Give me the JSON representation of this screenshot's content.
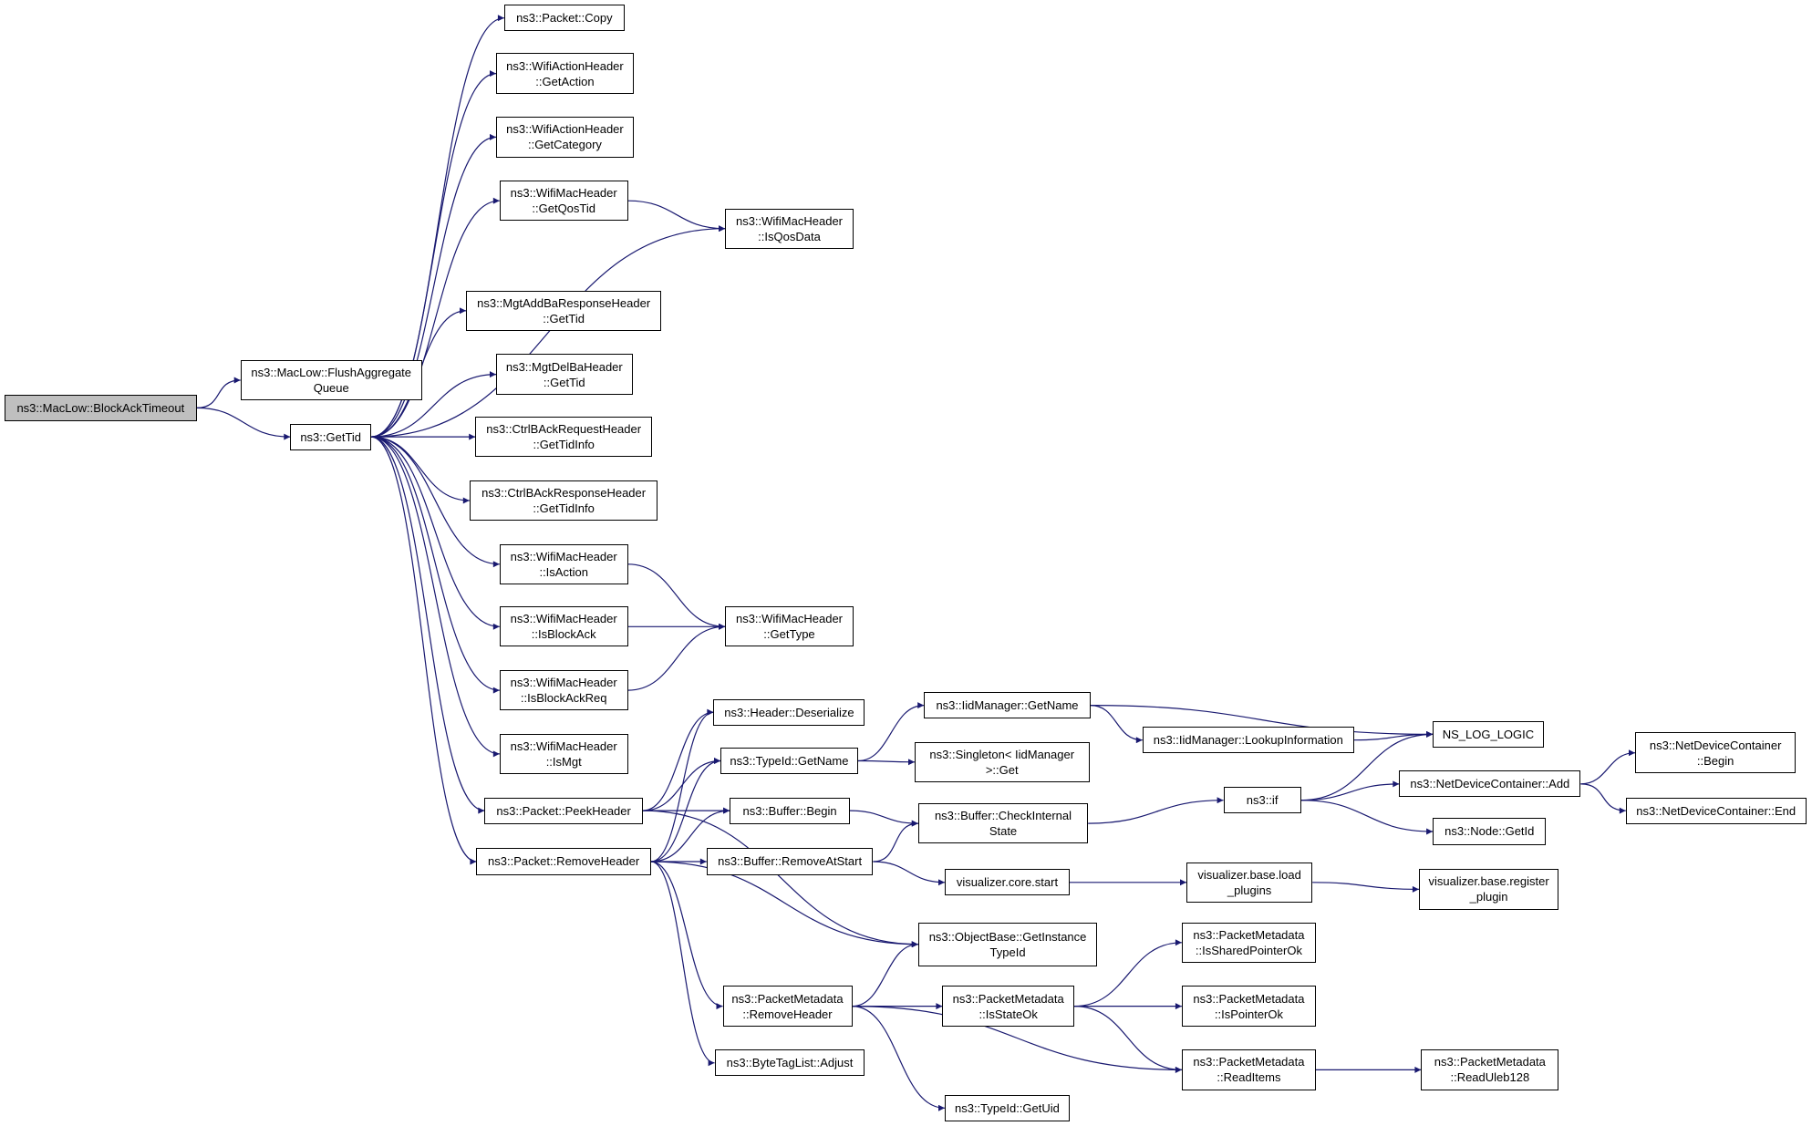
{
  "diagram": {
    "type": "call-graph",
    "edge_color": "#191970",
    "root_fill": "#bfbfbf",
    "nodes": [
      {
        "id": "blockacktimeout",
        "label": "ns3::MacLow::BlockAckTimeout",
        "root": true
      },
      {
        "id": "flushaggregate",
        "label": "ns3::MacLow::FlushAggregate\nQueue"
      },
      {
        "id": "gettid",
        "label": "ns3::GetTid"
      },
      {
        "id": "packetcopy",
        "label": "ns3::Packet::Copy"
      },
      {
        "id": "actiongetaction",
        "label": "ns3::WifiActionHeader\n::GetAction"
      },
      {
        "id": "actiongetcategory",
        "label": "ns3::WifiActionHeader\n::GetCategory"
      },
      {
        "id": "getqostid",
        "label": "ns3::WifiMacHeader\n::GetQosTid"
      },
      {
        "id": "isqosdata",
        "label": "ns3::WifiMacHeader\n::IsQosData"
      },
      {
        "id": "mgtaddbagettid",
        "label": "ns3::MgtAddBaResponseHeader\n::GetTid"
      },
      {
        "id": "mgtdelbagettid",
        "label": "ns3::MgtDelBaHeader\n::GetTid"
      },
      {
        "id": "ctrlreqgettidinfo",
        "label": "ns3::CtrlBAckRequestHeader\n::GetTidInfo"
      },
      {
        "id": "ctrlrespgettidinfo",
        "label": "ns3::CtrlBAckResponseHeader\n::GetTidInfo"
      },
      {
        "id": "isaction",
        "label": "ns3::WifiMacHeader\n::IsAction"
      },
      {
        "id": "gettype",
        "label": "ns3::WifiMacHeader\n::GetType"
      },
      {
        "id": "isblockack",
        "label": "ns3::WifiMacHeader\n::IsBlockAck"
      },
      {
        "id": "isblockackreq",
        "label": "ns3::WifiMacHeader\n::IsBlockAckReq"
      },
      {
        "id": "ismgt",
        "label": "ns3::WifiMacHeader\n::IsMgt"
      },
      {
        "id": "peekheader",
        "label": "ns3::Packet::PeekHeader"
      },
      {
        "id": "removeheader",
        "label": "ns3::Packet::RemoveHeader"
      },
      {
        "id": "deserialize",
        "label": "ns3::Header::Deserialize"
      },
      {
        "id": "typeidgetname",
        "label": "ns3::TypeId::GetName"
      },
      {
        "id": "bufferbegin",
        "label": "ns3::Buffer::Begin"
      },
      {
        "id": "bufferremoveatstart",
        "label": "ns3::Buffer::RemoveAtStart"
      },
      {
        "id": "iidgetname",
        "label": "ns3::IidManager::GetName"
      },
      {
        "id": "singletonget",
        "label": "ns3::Singleton< IidManager\n>::Get"
      },
      {
        "id": "checkinternalstate",
        "label": "ns3::Buffer::CheckInternal\nState"
      },
      {
        "id": "vizcorestart",
        "label": "visualizer.core.start"
      },
      {
        "id": "lookupinformation",
        "label": "ns3::IidManager::LookupInformation"
      },
      {
        "id": "nslog",
        "label": "NS_LOG_LOGIC"
      },
      {
        "id": "ns3if",
        "label": "ns3::if"
      },
      {
        "id": "ndcadd",
        "label": "ns3::NetDeviceContainer::Add"
      },
      {
        "id": "nodegetid",
        "label": "ns3::Node::GetId"
      },
      {
        "id": "ndcbegin",
        "label": "ns3::NetDeviceContainer\n::Begin"
      },
      {
        "id": "ndcend",
        "label": "ns3::NetDeviceContainer::End"
      },
      {
        "id": "vizloadplugins",
        "label": "visualizer.base.load\n_plugins"
      },
      {
        "id": "vizregisterplugin",
        "label": "visualizer.base.register\n_plugin"
      },
      {
        "id": "getinstancetypeid",
        "label": "ns3::ObjectBase::GetInstance\nTypeId"
      },
      {
        "id": "pmremoveheader",
        "label": "ns3::PacketMetadata\n::RemoveHeader"
      },
      {
        "id": "bytetagadjust",
        "label": "ns3::ByteTagList::Adjust"
      },
      {
        "id": "pmisstateok",
        "label": "ns3::PacketMetadata\n::IsStateOk"
      },
      {
        "id": "typeidgetuid",
        "label": "ns3::TypeId::GetUid"
      },
      {
        "id": "pmissharedpointerok",
        "label": "ns3::PacketMetadata\n::IsSharedPointerOk"
      },
      {
        "id": "pmispointerok",
        "label": "ns3::PacketMetadata\n::IsPointerOk"
      },
      {
        "id": "pmreaditems",
        "label": "ns3::PacketMetadata\n::ReadItems"
      },
      {
        "id": "pmreaduleb128",
        "label": "ns3::PacketMetadata\n::ReadUleb128"
      }
    ],
    "edges": [
      [
        "blockacktimeout",
        "flushaggregate"
      ],
      [
        "blockacktimeout",
        "gettid"
      ],
      [
        "gettid",
        "packetcopy"
      ],
      [
        "gettid",
        "actiongetaction"
      ],
      [
        "gettid",
        "actiongetcategory"
      ],
      [
        "gettid",
        "getqostid"
      ],
      [
        "gettid",
        "isqosdata"
      ],
      [
        "gettid",
        "mgtaddbagettid"
      ],
      [
        "gettid",
        "mgtdelbagettid"
      ],
      [
        "gettid",
        "ctrlreqgettidinfo"
      ],
      [
        "gettid",
        "ctrlrespgettidinfo"
      ],
      [
        "gettid",
        "isaction"
      ],
      [
        "gettid",
        "isblockack"
      ],
      [
        "gettid",
        "isblockackreq"
      ],
      [
        "gettid",
        "ismgt"
      ],
      [
        "gettid",
        "peekheader"
      ],
      [
        "gettid",
        "removeheader"
      ],
      [
        "getqostid",
        "isqosdata"
      ],
      [
        "isaction",
        "gettype"
      ],
      [
        "isblockack",
        "gettype"
      ],
      [
        "isblockackreq",
        "gettype"
      ],
      [
        "peekheader",
        "deserialize"
      ],
      [
        "peekheader",
        "typeidgetname"
      ],
      [
        "peekheader",
        "bufferbegin"
      ],
      [
        "peekheader",
        "getinstancetypeid"
      ],
      [
        "removeheader",
        "deserialize"
      ],
      [
        "removeheader",
        "typeidgetname"
      ],
      [
        "removeheader",
        "bufferbegin"
      ],
      [
        "removeheader",
        "bufferremoveatstart"
      ],
      [
        "removeheader",
        "getinstancetypeid"
      ],
      [
        "removeheader",
        "pmremoveheader"
      ],
      [
        "removeheader",
        "bytetagadjust"
      ],
      [
        "typeidgetname",
        "iidgetname"
      ],
      [
        "typeidgetname",
        "singletonget"
      ],
      [
        "iidgetname",
        "lookupinformation"
      ],
      [
        "iidgetname",
        "nslog"
      ],
      [
        "lookupinformation",
        "nslog"
      ],
      [
        "bufferbegin",
        "checkinternalstate"
      ],
      [
        "bufferremoveatstart",
        "checkinternalstate"
      ],
      [
        "bufferremoveatstart",
        "vizcorestart"
      ],
      [
        "checkinternalstate",
        "ns3if"
      ],
      [
        "ns3if",
        "nslog"
      ],
      [
        "ns3if",
        "ndcadd"
      ],
      [
        "ns3if",
        "nodegetid"
      ],
      [
        "ndcadd",
        "ndcbegin"
      ],
      [
        "ndcadd",
        "ndcend"
      ],
      [
        "vizcorestart",
        "vizloadplugins"
      ],
      [
        "vizloadplugins",
        "vizregisterplugin"
      ],
      [
        "pmremoveheader",
        "getinstancetypeid"
      ],
      [
        "pmremoveheader",
        "pmisstateok"
      ],
      [
        "pmremoveheader",
        "pmreaditems"
      ],
      [
        "pmremoveheader",
        "typeidgetuid"
      ],
      [
        "pmisstateok",
        "pmissharedpointerok"
      ],
      [
        "pmisstateok",
        "pmispointerok"
      ],
      [
        "pmisstateok",
        "pmreaditems"
      ],
      [
        "pmreaditems",
        "pmreaduleb128"
      ]
    ]
  }
}
